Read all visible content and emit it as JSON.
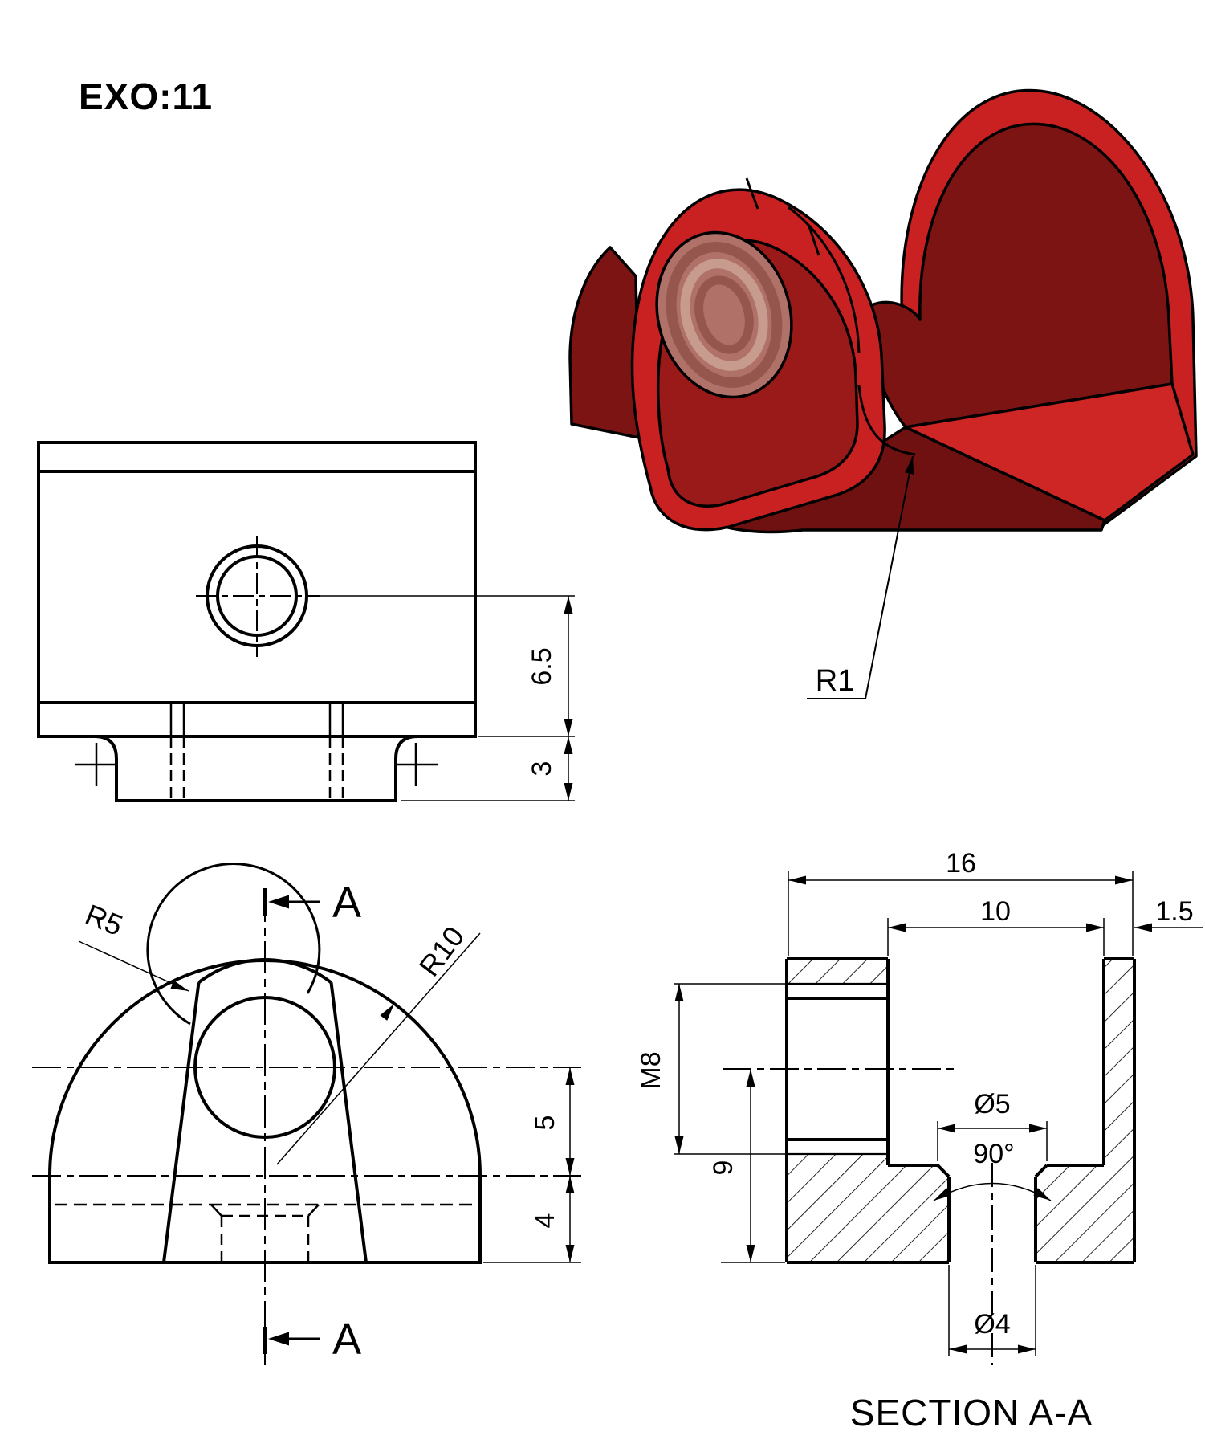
{
  "title": "EXO:11",
  "top_view": {
    "dim_center_to_step": "6.5",
    "dim_step_depth": "3"
  },
  "front_view": {
    "label_r5": "R5",
    "label_r10": "R10",
    "dim_center_to_base": "5",
    "dim_base_to_bottom": "4",
    "section_letter_top": "A",
    "section_letter_bottom": "A"
  },
  "iso_view": {
    "label_r1": "R1",
    "colors": {
      "body_bright": "#c92121",
      "body_mid": "#9a1919",
      "body_dark": "#7c1414",
      "body_deep": "#6f1111",
      "floor_bright": "#ce2525",
      "thread_base": "#b07268",
      "thread_light": "#cba094",
      "thread_dark": "#8a4b42",
      "outline": "#000000"
    }
  },
  "section_view": {
    "caption": "SECTION A-A",
    "dim_total_width": "16",
    "dim_inner_width": "10",
    "dim_wall": "1.5",
    "dim_thread": "M8",
    "dim_depth": "9",
    "dim_csk_dia": "Ø5",
    "dim_csk_angle": "90°",
    "dim_hole_dia": "Ø4"
  }
}
